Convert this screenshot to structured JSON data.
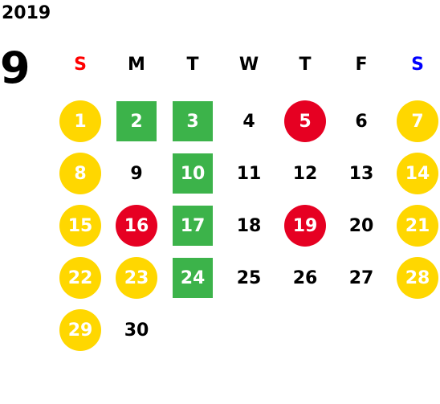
{
  "year": "2019",
  "month": "9",
  "weekdays": [
    {
      "label": "S",
      "color": "#ff0000"
    },
    {
      "label": "M",
      "color": "#000000"
    },
    {
      "label": "T",
      "color": "#000000"
    },
    {
      "label": "W",
      "color": "#000000"
    },
    {
      "label": "T",
      "color": "#000000"
    },
    {
      "label": "F",
      "color": "#000000"
    },
    {
      "label": "S",
      "color": "#0000ff"
    }
  ],
  "colors": {
    "yellow": "#ffd700",
    "red": "#e60022",
    "green": "#3cb34a"
  },
  "days": [
    {
      "day": "1",
      "col": 0,
      "row": 0,
      "style": "circle-yellow"
    },
    {
      "day": "2",
      "col": 1,
      "row": 0,
      "style": "square-green"
    },
    {
      "day": "3",
      "col": 2,
      "row": 0,
      "style": "square-green"
    },
    {
      "day": "4",
      "col": 3,
      "row": 0,
      "style": "plain"
    },
    {
      "day": "5",
      "col": 4,
      "row": 0,
      "style": "circle-red"
    },
    {
      "day": "6",
      "col": 5,
      "row": 0,
      "style": "plain"
    },
    {
      "day": "7",
      "col": 6,
      "row": 0,
      "style": "circle-yellow"
    },
    {
      "day": "8",
      "col": 0,
      "row": 1,
      "style": "circle-yellow"
    },
    {
      "day": "9",
      "col": 1,
      "row": 1,
      "style": "plain"
    },
    {
      "day": "10",
      "col": 2,
      "row": 1,
      "style": "square-green"
    },
    {
      "day": "11",
      "col": 3,
      "row": 1,
      "style": "plain"
    },
    {
      "day": "12",
      "col": 4,
      "row": 1,
      "style": "plain"
    },
    {
      "day": "13",
      "col": 5,
      "row": 1,
      "style": "plain"
    },
    {
      "day": "14",
      "col": 6,
      "row": 1,
      "style": "circle-yellow"
    },
    {
      "day": "15",
      "col": 0,
      "row": 2,
      "style": "circle-yellow"
    },
    {
      "day": "16",
      "col": 1,
      "row": 2,
      "style": "circle-red"
    },
    {
      "day": "17",
      "col": 2,
      "row": 2,
      "style": "square-green"
    },
    {
      "day": "18",
      "col": 3,
      "row": 2,
      "style": "plain"
    },
    {
      "day": "19",
      "col": 4,
      "row": 2,
      "style": "circle-red"
    },
    {
      "day": "20",
      "col": 5,
      "row": 2,
      "style": "plain"
    },
    {
      "day": "21",
      "col": 6,
      "row": 2,
      "style": "circle-yellow"
    },
    {
      "day": "22",
      "col": 0,
      "row": 3,
      "style": "circle-yellow"
    },
    {
      "day": "23",
      "col": 1,
      "row": 3,
      "style": "circle-yellow"
    },
    {
      "day": "24",
      "col": 2,
      "row": 3,
      "style": "square-green"
    },
    {
      "day": "25",
      "col": 3,
      "row": 3,
      "style": "plain"
    },
    {
      "day": "26",
      "col": 4,
      "row": 3,
      "style": "plain"
    },
    {
      "day": "27",
      "col": 5,
      "row": 3,
      "style": "plain"
    },
    {
      "day": "28",
      "col": 6,
      "row": 3,
      "style": "circle-yellow"
    },
    {
      "day": "29",
      "col": 0,
      "row": 4,
      "style": "circle-yellow"
    },
    {
      "day": "30",
      "col": 1,
      "row": 4,
      "style": "plain"
    }
  ]
}
